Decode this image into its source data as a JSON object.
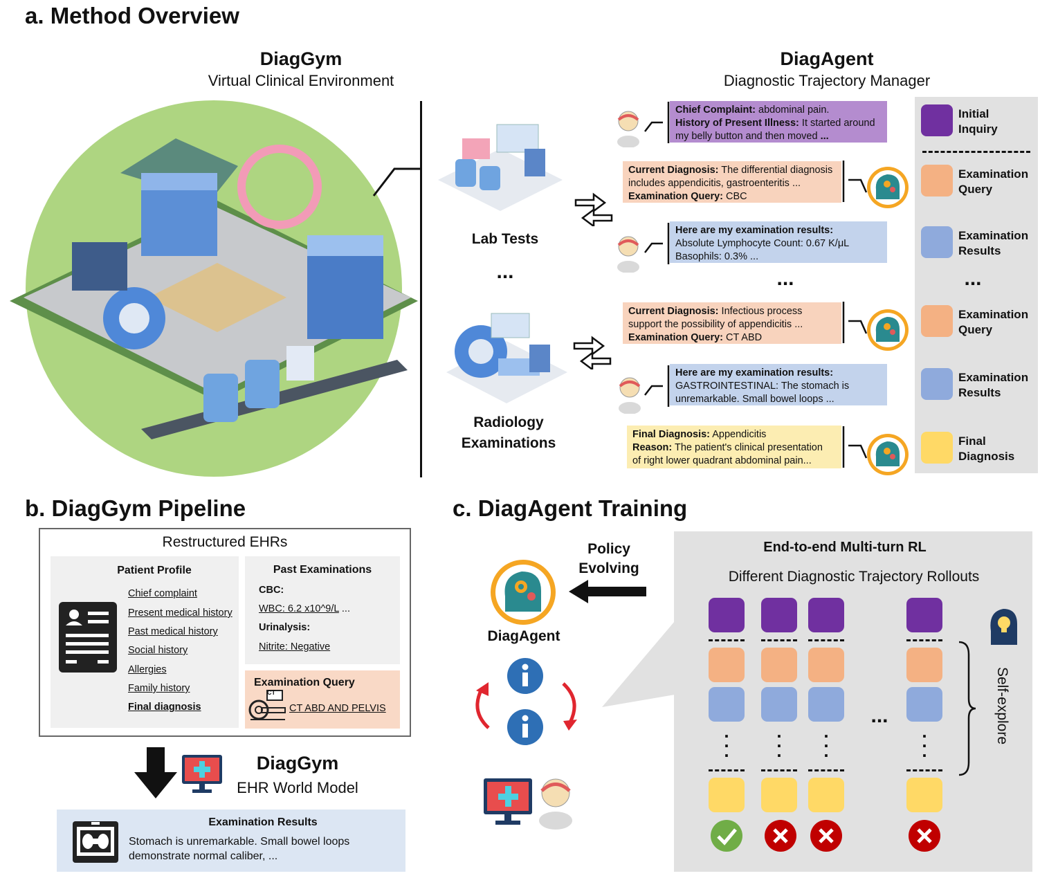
{
  "section_a": {
    "title": "a. Method Overview",
    "diaggym_title": "DiagGym",
    "diaggym_sub": "Virtual Clinical Environment",
    "diagagent_title": "DiagAgent",
    "diagagent_sub": "Diagnostic Trajectory Manager",
    "lab_tests": "Lab Tests",
    "dots": "...",
    "radiology_1": "Radiology",
    "radiology_2": "Examinations",
    "messages": [
      {
        "bold1": "Chief Complaint:",
        "text1": " abdominal pain.",
        "bold2": "History of Present Illness:",
        "text2": " It started around",
        "text3": "my belly button and then moved ",
        "bold3": "..."
      },
      {
        "bold1": "Current Diagnosis:",
        "text1": " The differential diagnosis",
        "text2": "includes appendicitis, gastroenteritis ...",
        "bold3": "Examination Query:",
        "text3": " CBC"
      },
      {
        "bold1": "Here are my examination results:",
        "text1": "Absolute Lymphocyte Count: 0.67 K/μL",
        "text2": "Basophils: 0.3% ..."
      },
      {
        "bold1": "Current Diagnosis:",
        "text1": " Infectious process",
        "text2": "support the possibility of appendicitis ...",
        "bold3": "Examination Query:",
        "text3": " CT ABD"
      },
      {
        "bold1": "Here are my examination results:",
        "text1": "GASTROINTESTINAL: The stomach is",
        "text2": "unremarkable. Small bowel loops ..."
      },
      {
        "bold1": "Final Diagnosis:",
        "text1": " Appendicitis",
        "bold2": "Reason:",
        "text2": " The patient's clinical presentation",
        "text3": "of right lower quadrant abdominal pain..."
      }
    ],
    "legend": [
      {
        "l1": "Initial",
        "l2": "Inquiry",
        "color": "#7030a0"
      },
      {
        "l1": "Examination",
        "l2": "Query",
        "color": "#f4b183"
      },
      {
        "l1": "Examination",
        "l2": "Results",
        "color": "#8faadc"
      },
      {
        "l1": "Examination",
        "l2": "Query",
        "color": "#f4b183"
      },
      {
        "l1": "Examination",
        "l2": "Results",
        "color": "#8faadc"
      },
      {
        "l1": "Final",
        "l2": "Diagnosis",
        "color": "#ffd966"
      }
    ]
  },
  "section_b": {
    "title": "b. DiagGym Pipeline",
    "ehr_title": "Restructured EHRs",
    "profile_title": "Patient Profile",
    "profile_items": [
      "Chief complaint",
      "Present medical history",
      "Past medical history",
      "Social history",
      "Allergies",
      "Family history",
      "Final diagnosis"
    ],
    "past_title": "Past Examinations",
    "cbc_label": "CBC:",
    "cbc_value": "WBC: 6.2 x10^9/L",
    "cbc_more": " ...",
    "urin_label": "Urinalysis:",
    "urin_value": "Nitrite: Negative",
    "query_title": "Examination Query",
    "ct_label": "CT",
    "query_value": "CT ABD AND PELVIS",
    "world_title": "DiagGym",
    "world_sub": "EHR World Model",
    "results_title": "Examination Results",
    "results_l1": "Stomach is unremarkable. Small bowel loops",
    "results_l2": "demonstrate normal caliber, ..."
  },
  "section_c": {
    "title": "c. DiagAgent Training",
    "policy_1": "Policy",
    "policy_2": "Evolving",
    "agent_label": "DiagAgent",
    "rl_title": "End-to-end Multi-turn RL",
    "rl_sub": "Different Diagnostic Trajectory Rollouts",
    "self_explore": "Self-explore",
    "dots": "...",
    "outcomes": [
      "correct",
      "wrong",
      "wrong",
      "wrong"
    ]
  },
  "colors": {
    "purple": "#7030a0",
    "orange": "#f4b183",
    "blue": "#8faadc",
    "yellow": "#ffd966",
    "correct": "#70ad47",
    "wrong": "#c00000",
    "agent_ring": "#f5a623",
    "agent_head": "#2a8a8f"
  }
}
